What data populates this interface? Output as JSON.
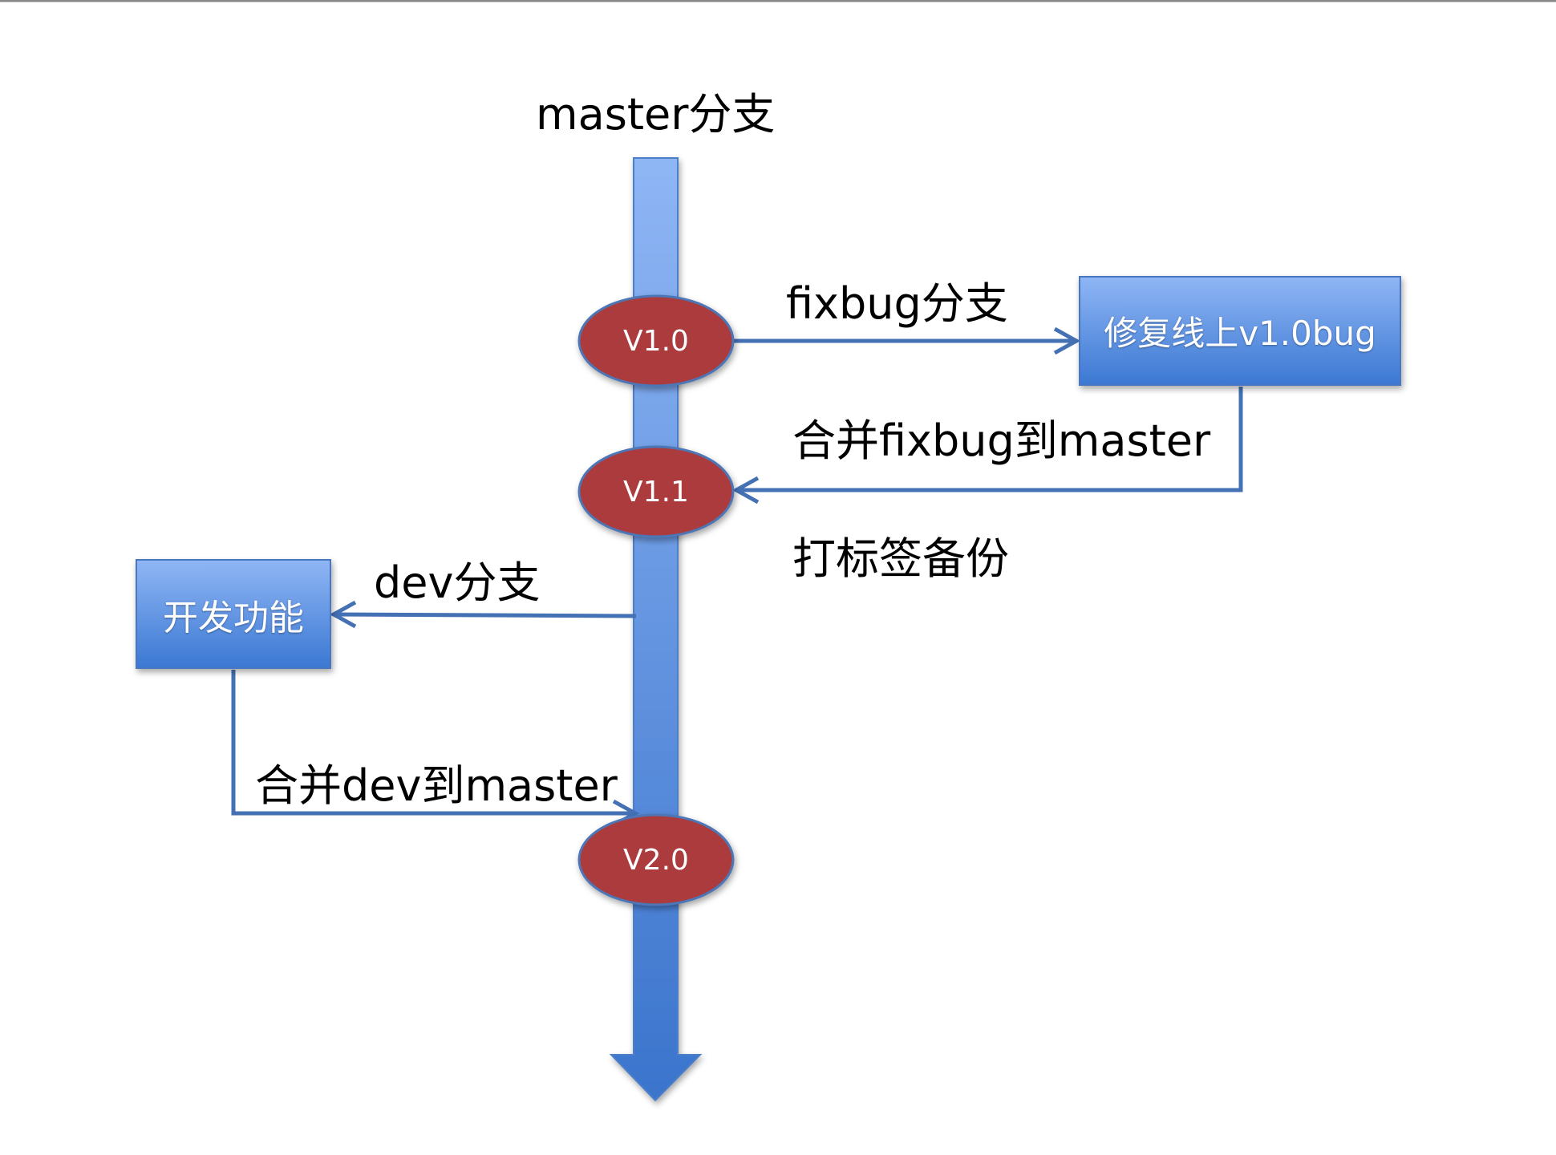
{
  "title": "master分支",
  "nodes": {
    "v1_0": "V1.0",
    "v1_1": "V1.1",
    "v2_0": "V2.0"
  },
  "boxes": {
    "fix": "修复线上v1.0bug",
    "dev": "开发功能"
  },
  "labels": {
    "fixbug_branch": "fixbug分支",
    "merge_fixbug": "合并fixbug到master",
    "tag_backup": "打标签备份",
    "dev_branch": "dev分支",
    "merge_dev": "合并dev到master"
  },
  "colors": {
    "trunk_light": "#8fb6f5",
    "trunk_dark": "#3a74cc",
    "node_fill": "#ab3a3c",
    "node_stroke": "#4d76b6",
    "box_light": "#8fb6f5",
    "box_dark": "#3b78d2",
    "arrow": "#4470b4"
  }
}
